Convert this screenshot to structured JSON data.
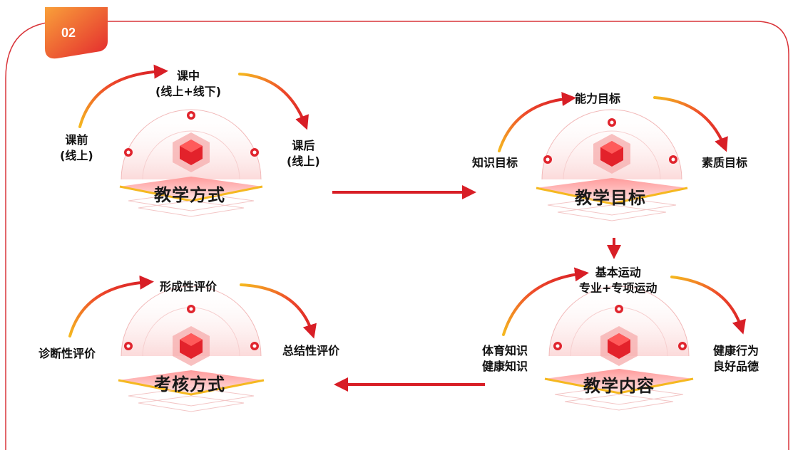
{
  "badge": {
    "number": "02"
  },
  "modules": {
    "method": {
      "title": "教学方式",
      "top_line1": "课中",
      "top_line2": "(线上+线下)",
      "left_line1": "课前",
      "left_line2": "(线上)",
      "right_line1": "课后",
      "right_line2": "(线上)"
    },
    "goal": {
      "title": "教学目标",
      "top": "能力目标",
      "left": "知识目标",
      "right": "素质目标"
    },
    "content": {
      "title": "教学内容",
      "top_line1": "基本运动",
      "top_line2": "专业+专项运动",
      "left_line1": "体育知识",
      "left_line2": "健康知识",
      "right_line1": "健康行为",
      "right_line2": "良好品德"
    },
    "assess": {
      "title": "考核方式",
      "top": "形成性评价",
      "left": "诊断性评价",
      "right": "总结性评价"
    }
  },
  "colors": {
    "accent": "#e0242d",
    "gold": "#f5b820",
    "frame": "#d9353a"
  }
}
